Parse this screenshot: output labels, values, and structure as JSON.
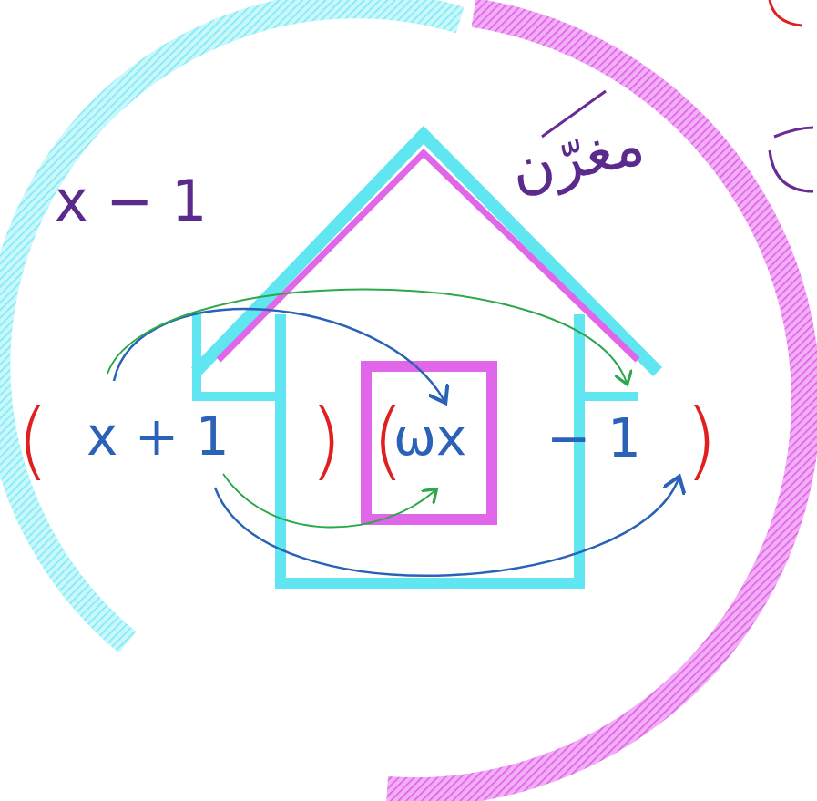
{
  "diagram": {
    "labels": [
      "x − 1",
      "مغرّن",
      "(",
      "x + 1",
      ")",
      "(",
      "ωx",
      "− 1",
      ")"
    ]
  }
}
